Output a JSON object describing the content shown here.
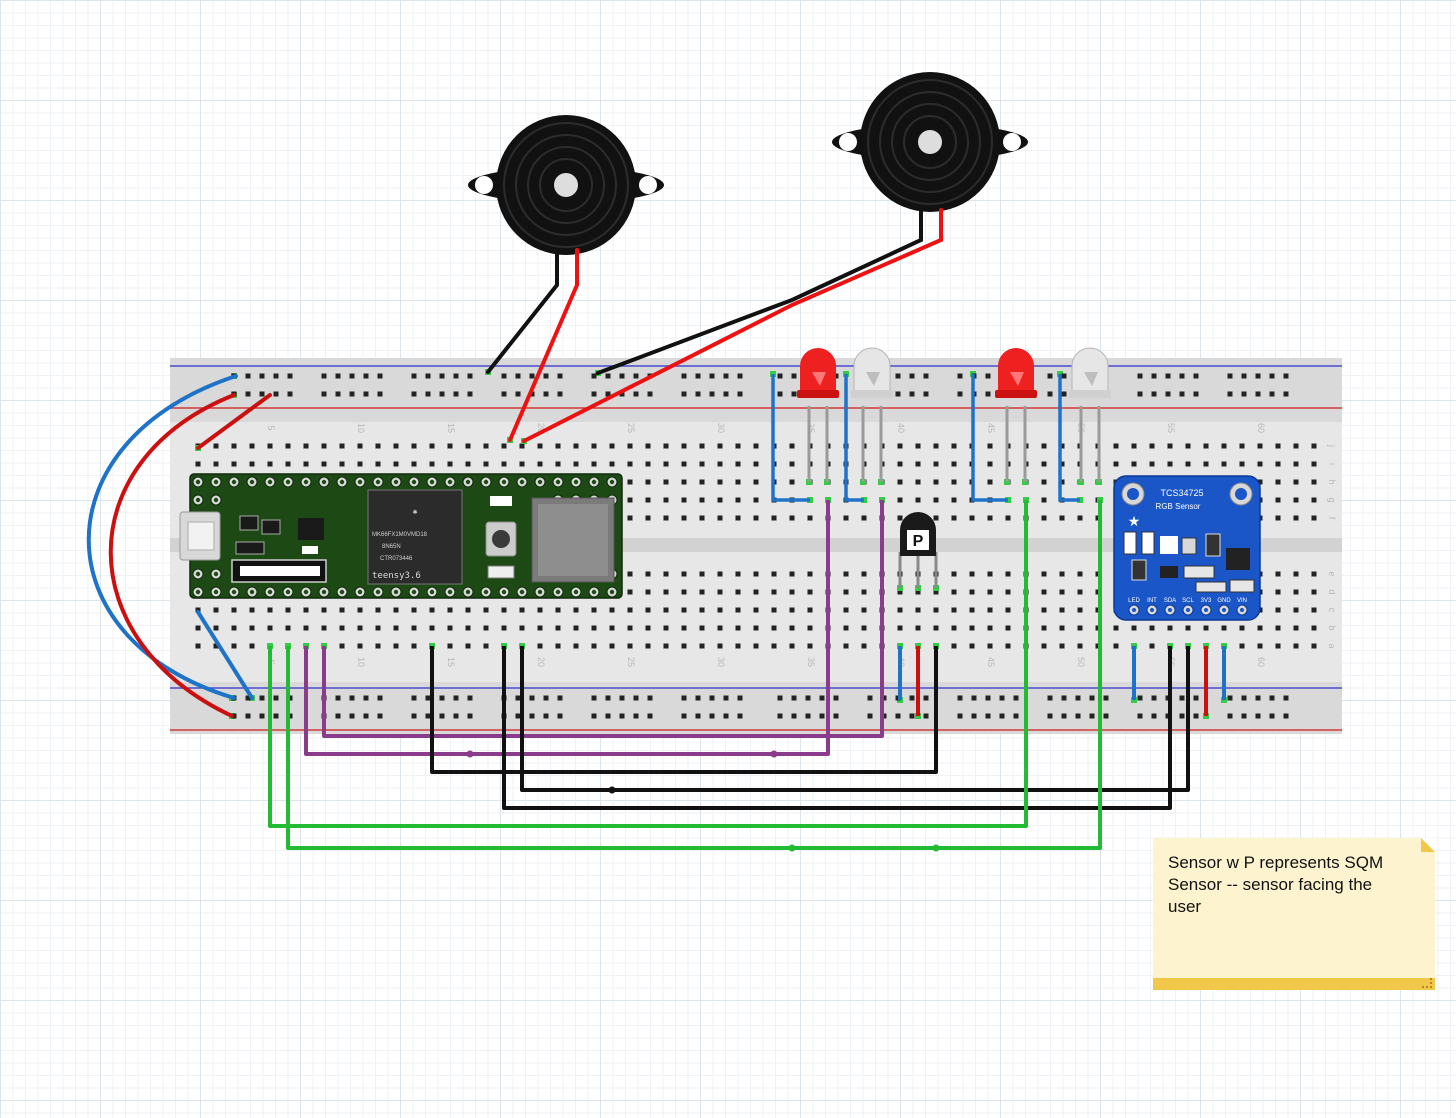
{
  "diagram": {
    "microcontroller": {
      "chip_lines": [
        "MK66FX1M0VMD18",
        "8N65N",
        "CTR073446"
      ],
      "board_label": "teensy3.6"
    },
    "sensor_board": {
      "part": "TCS34725",
      "subtitle": "RGB Sensor",
      "pins": [
        "LED",
        "INT",
        "SDA",
        "SCL",
        "3V3",
        "GND",
        "VIN"
      ]
    },
    "light_sensor": {
      "label": "P"
    },
    "breadboard": {
      "column_labels": [
        "5",
        "10",
        "15",
        "20",
        "25",
        "30",
        "35",
        "40",
        "45",
        "50",
        "55",
        "60"
      ],
      "row_labels": [
        "a",
        "b",
        "c",
        "d",
        "e",
        "f",
        "g",
        "h",
        "i",
        "j"
      ]
    },
    "colors": {
      "red_led": "#ee2020",
      "white_led": "#e6e6e6",
      "wire_blue": "#1e73c8",
      "wire_red": "#cc1010",
      "wire_green": "#22bb33",
      "wire_purple": "#8b3b8b",
      "wire_black": "#111111",
      "teensy_pcb": "#1d4a14",
      "sensor_pcb": "#1a56c8"
    }
  },
  "note": {
    "text": "Sensor w P represents SQM Sensor -- sensor facing the user"
  }
}
